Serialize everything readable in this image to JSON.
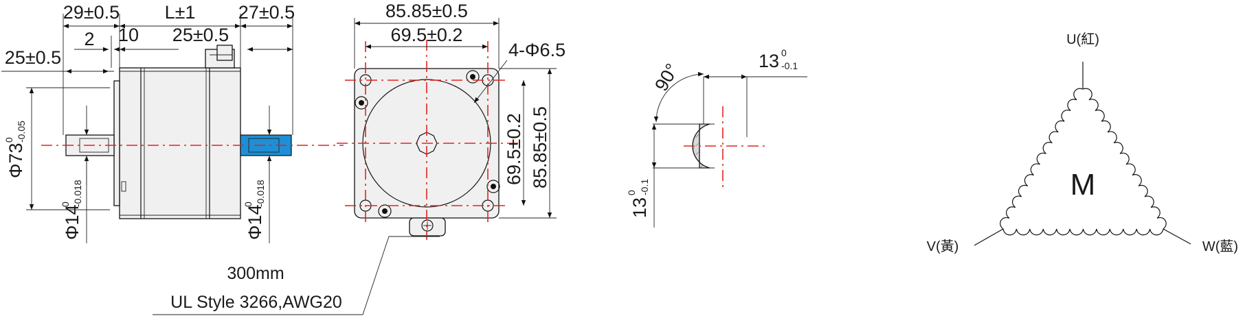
{
  "side_view": {
    "dim_front_shaft": "29±0.5",
    "dim_body_length": "L±1",
    "dim_rear_shaft": "27±0.5",
    "dim_2": "2",
    "dim_10": "10",
    "dim_rear_key": "25±0.5",
    "dim_front_key": "25±0.5",
    "dim_pilot_main": "Φ73",
    "dim_pilot_tol_upper": "0",
    "dim_pilot_tol_lower": "-0.05",
    "dim_front_shaft_dia_main": "Φ14",
    "dim_front_shaft_dia_upper": "0",
    "dim_front_shaft_dia_lower": "-0.018",
    "dim_rear_shaft_dia_main": "Φ14",
    "dim_rear_shaft_dia_upper": "0",
    "dim_rear_shaft_dia_lower": "-0.018"
  },
  "front_view": {
    "dim_width": "85.85±0.5",
    "dim_hole_spacing": "69.5±0.2",
    "dim_holes": "4-Φ6.5",
    "dim_hole_spacing_v": "69.5±0.2",
    "dim_height": "85.85±0.5"
  },
  "cable": {
    "length": "300mm",
    "spec": "UL Style 3266,AWG20"
  },
  "shaft_section": {
    "angle": "90°",
    "dim_flat_main": "13",
    "dim_flat_upper": "0",
    "dim_flat_lower": "-0.1",
    "dim_height_main": "13",
    "dim_height_upper": "0",
    "dim_height_lower": "-0.1"
  },
  "wiring": {
    "motor_label": "M",
    "terminal_u": "U(紅)",
    "terminal_v": "V(黃)",
    "terminal_w": "W(藍)"
  },
  "colors": {
    "centerline": "#e0241f",
    "key_highlight": "#1e8fd6",
    "body_fill": "#f0f0f0"
  }
}
